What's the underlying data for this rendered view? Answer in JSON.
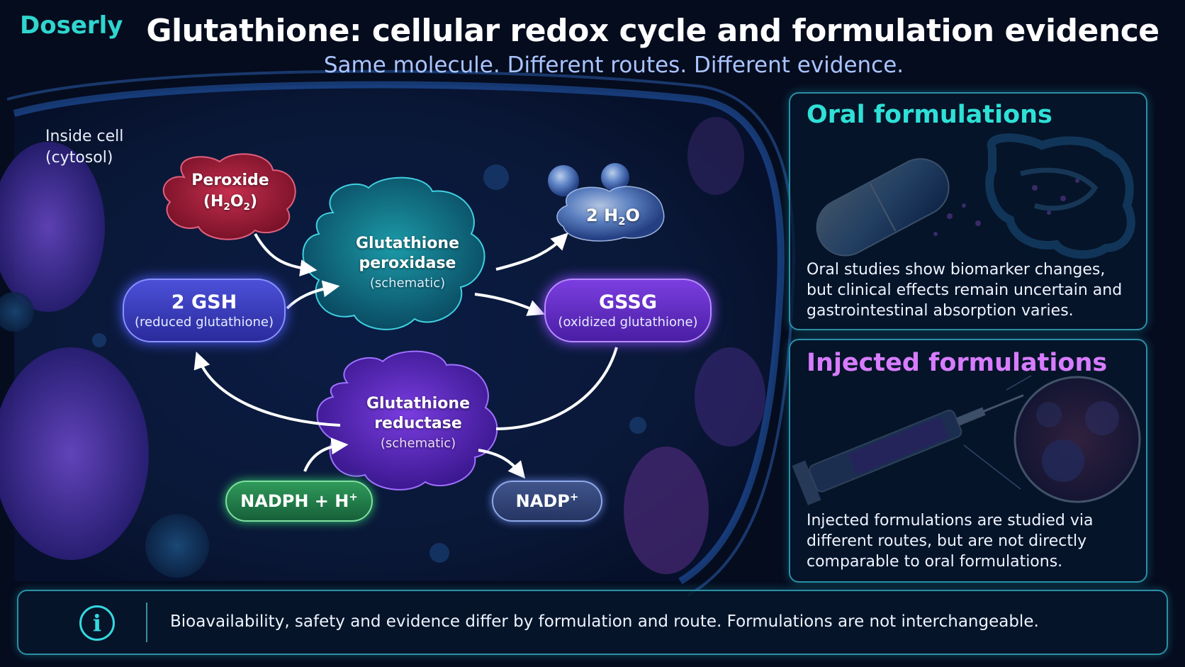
{
  "brand": "Doserly",
  "title": "Glutathione: cellular redox cycle and formulation evidence",
  "subtitle": "Same molecule. Different routes. Different evidence.",
  "cell_location": {
    "line1": "Inside cell",
    "line2": "(cytosol)"
  },
  "pathway": {
    "peroxide": {
      "name": "Peroxide",
      "formula_open": "(H",
      "formula_sub1": "2",
      "formula_mid": "O",
      "formula_sub2": "2",
      "formula_close": ")"
    },
    "water": {
      "prefix": "2 H",
      "sub": "2",
      "suffix": "O"
    },
    "gpx": {
      "line1": "Glutathione",
      "line2": "peroxidase",
      "note": "(schematic)"
    },
    "gr": {
      "line1": "Glutathione",
      "line2": "reductase",
      "note": "(schematic)"
    },
    "gsh": {
      "label": "2 GSH",
      "sub": "(reduced glutathione)"
    },
    "gssg": {
      "label": "GSSG",
      "sub": "(oxidized glutathione)"
    },
    "nadph": {
      "label": "NADPH + H",
      "sup": "+"
    },
    "nadp": {
      "label": "NADP",
      "sup": "+"
    }
  },
  "panels": {
    "oral": {
      "title": "Oral formulations",
      "line1": "Oral studies show biomarker changes,",
      "line2": "but clinical effects remain uncertain and",
      "line3": "gastrointestinal absorption varies."
    },
    "injected": {
      "title": "Injected formulations",
      "line1": "Injected formulations are studied via",
      "line2": "different routes, but are not directly",
      "line3": "comparable to oral formulations."
    }
  },
  "footer_note": "Bioavailability, safety and evidence differ by formulation and route. Formulations are not interchangeable.",
  "info_icon_glyph": "i",
  "colors": {
    "brand": "#2fd6cf",
    "oral_title": "#2fe0d6",
    "injected_title": "#d77cff",
    "gsh": "#3a3fc4",
    "gssg": "#6a2fd0",
    "nadph": "#248a4e",
    "nadp": "#34477a"
  }
}
